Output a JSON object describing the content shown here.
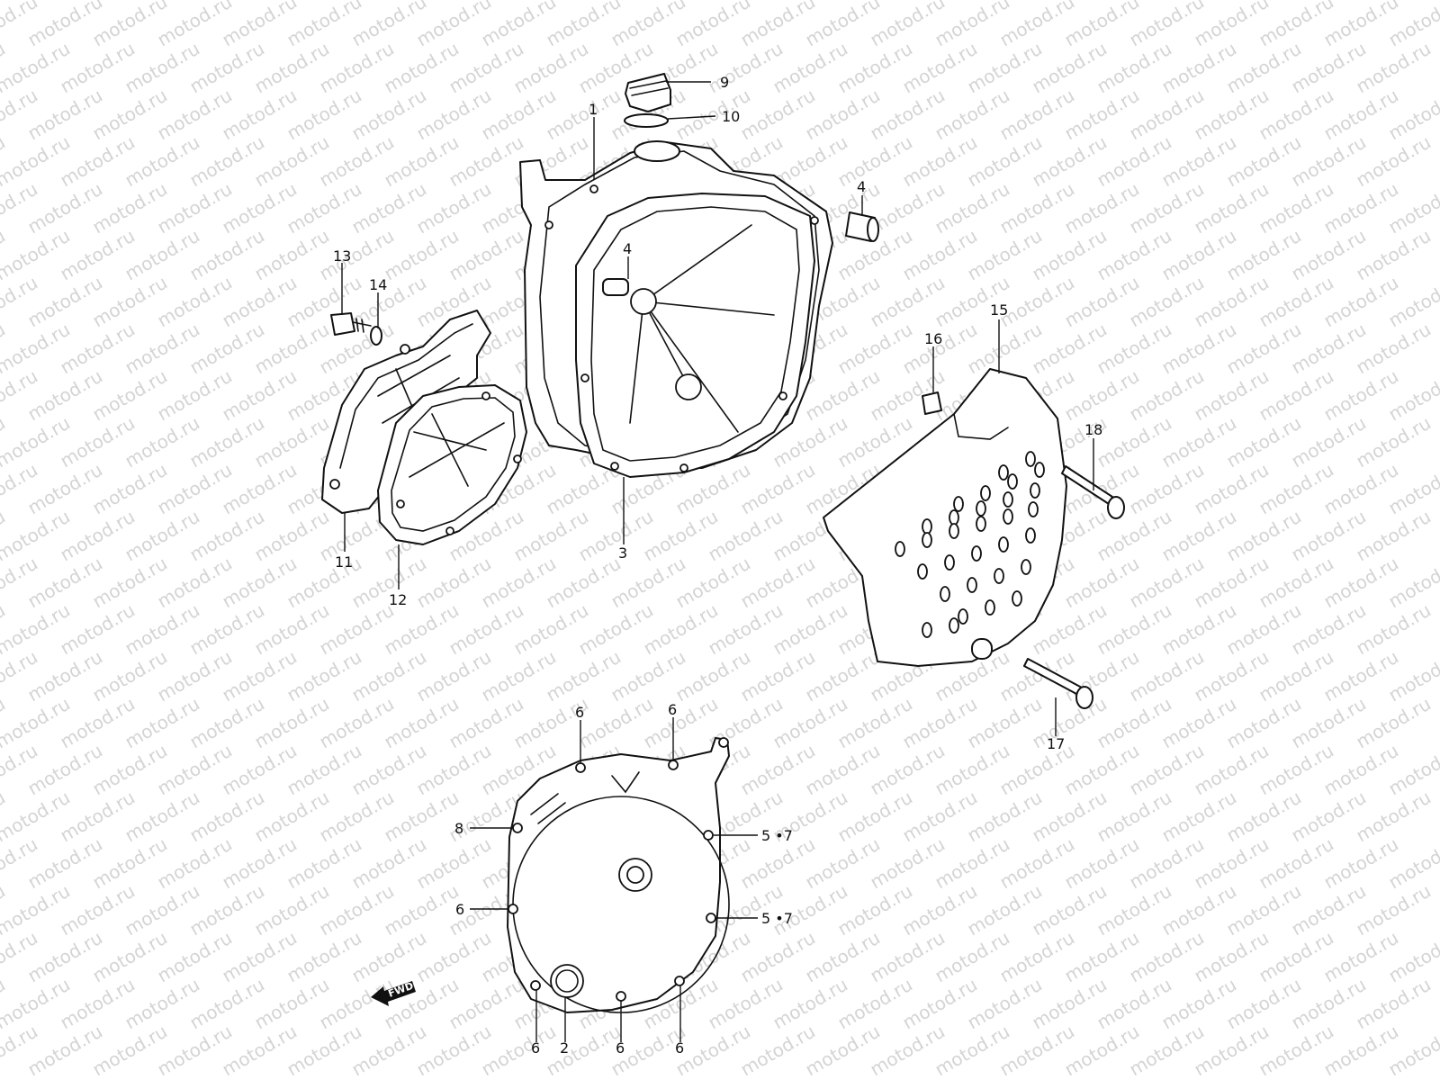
{
  "watermark": "motod.ru",
  "fwd_label": "FWD",
  "callouts": {
    "c1": "1",
    "c2": "2",
    "c3": "3",
    "c4a": "4",
    "c4b": "4",
    "c5a": "5 •7",
    "c5b": "5 •7",
    "c6a": "6",
    "c6b": "6",
    "c6c": "6",
    "c6d": "6",
    "c6e": "6",
    "c6f": "6",
    "c8": "8",
    "c9": "9",
    "c10": "10",
    "c11": "11",
    "c12": "12",
    "c13": "13",
    "c14": "14",
    "c15": "15",
    "c16": "16",
    "c17": "17",
    "c18": "18"
  },
  "icons": {
    "fwd_arrow": "arrow-left-icon"
  }
}
